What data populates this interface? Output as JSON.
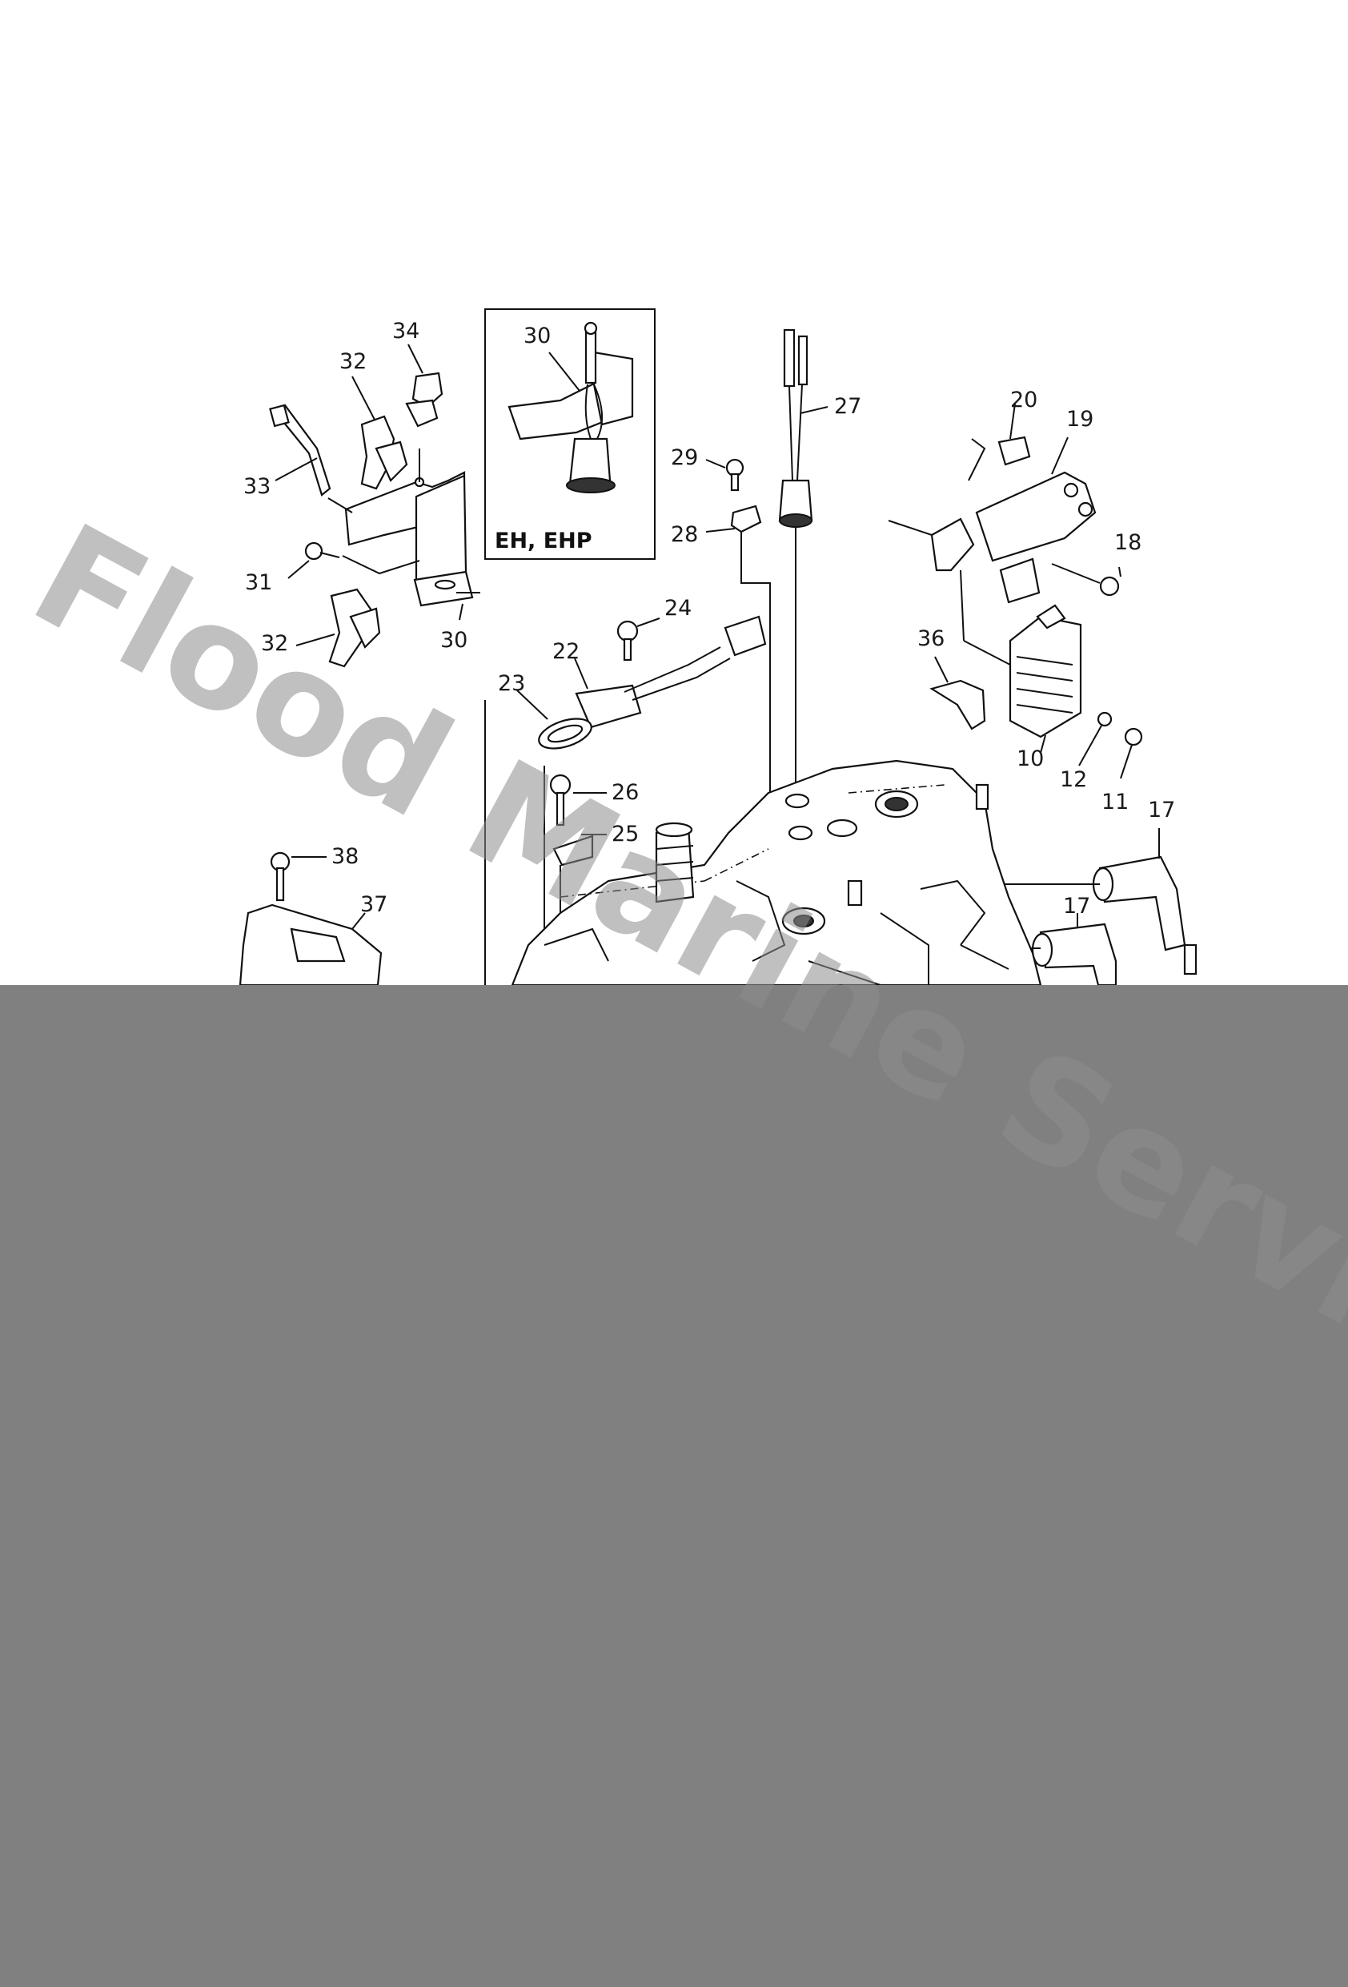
{
  "inset": {
    "label": "EH, EHP"
  },
  "callouts": [
    "34",
    "32",
    "33",
    "31",
    "32",
    "30",
    "30",
    "29",
    "28",
    "27",
    "24",
    "22",
    "23",
    "26",
    "25",
    "38",
    "37",
    "20",
    "19",
    "18",
    "36",
    "10",
    "12",
    "11",
    "17",
    "17"
  ],
  "watermark": {
    "text": "Flood Marine Services"
  },
  "colors": {
    "line": "#111111",
    "mask": "#808080",
    "watermark": "#8c8c8c"
  }
}
